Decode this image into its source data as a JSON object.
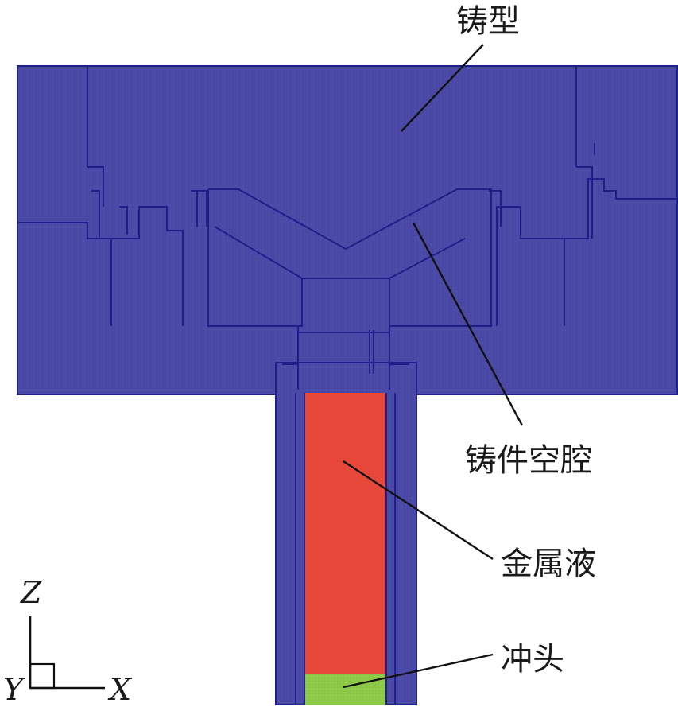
{
  "labels": {
    "mold": "铸型",
    "casting_cavity": "铸件空腔",
    "molten_metal": "金属液",
    "punch": "冲头"
  },
  "axes": {
    "z": "Z",
    "y": "Y",
    "x": "X"
  },
  "colors": {
    "mold": "#4c4ca8",
    "mold_edge": "#1f1f8c",
    "molten_metal": "#e8493b",
    "punch": "#8fca4a",
    "leader": "#111111"
  }
}
